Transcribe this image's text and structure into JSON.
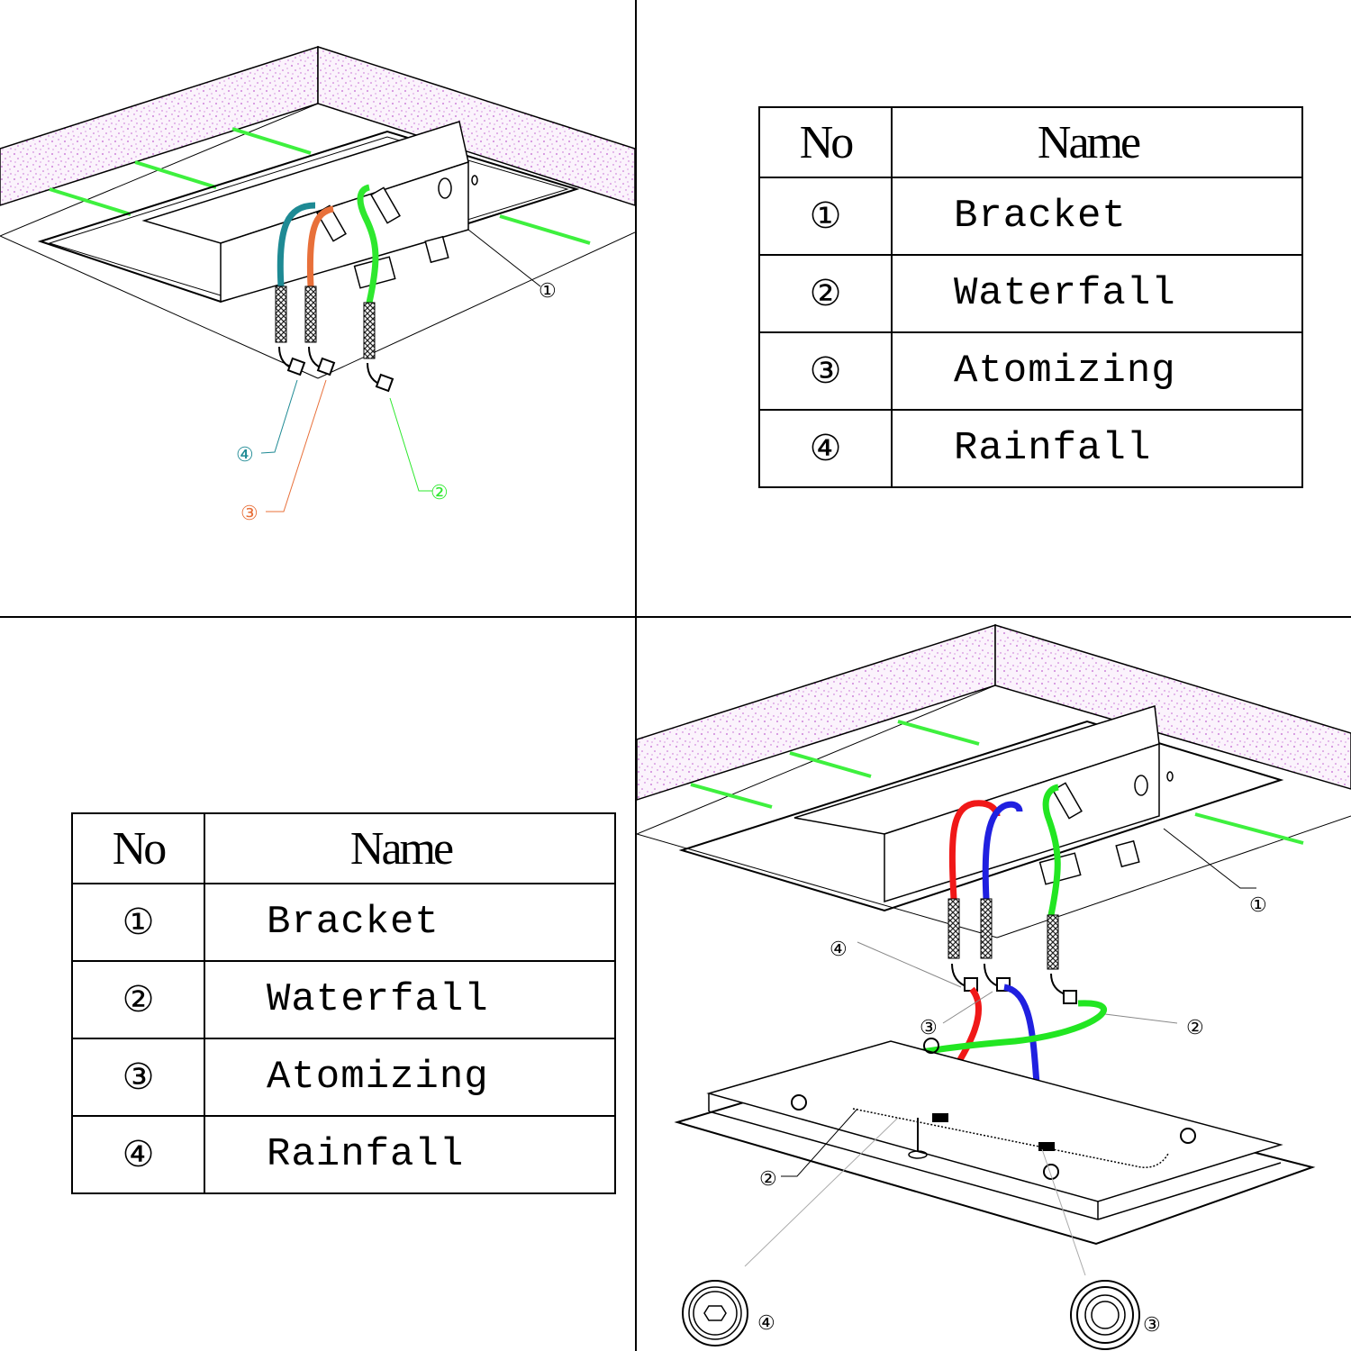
{
  "table": {
    "headers": {
      "no": "No",
      "name": "Name"
    },
    "rows": [
      {
        "no": "①",
        "name": "Bracket"
      },
      {
        "no": "②",
        "name": "Waterfall"
      },
      {
        "no": "③",
        "name": "Atomizing"
      },
      {
        "no": "④",
        "name": "Rainfall"
      }
    ]
  },
  "diagram_top": {
    "callouts": {
      "bracket": "①",
      "waterfall": "②",
      "atomizing": "③",
      "rainfall": "④"
    }
  },
  "diagram_bottom": {
    "callouts": {
      "bracket": "①",
      "rainfall_hose": "④",
      "atomizing_hose": "③",
      "waterfall_hose": "②",
      "waterfall_inlet": "②",
      "rainfall_part": "④",
      "atomizing_part": "③"
    }
  },
  "colors": {
    "waterfall_top": "#2ee82e",
    "atomizing_top": "#e8703a",
    "rainfall_top": "#1e8a94",
    "waterfall_bottom": "#22e622",
    "atomizing_bottom": "#f01818",
    "rainfall_bottom": "#2020e0",
    "ceiling_speckle": "#c060d0",
    "guide_green": "#3ef03e"
  }
}
